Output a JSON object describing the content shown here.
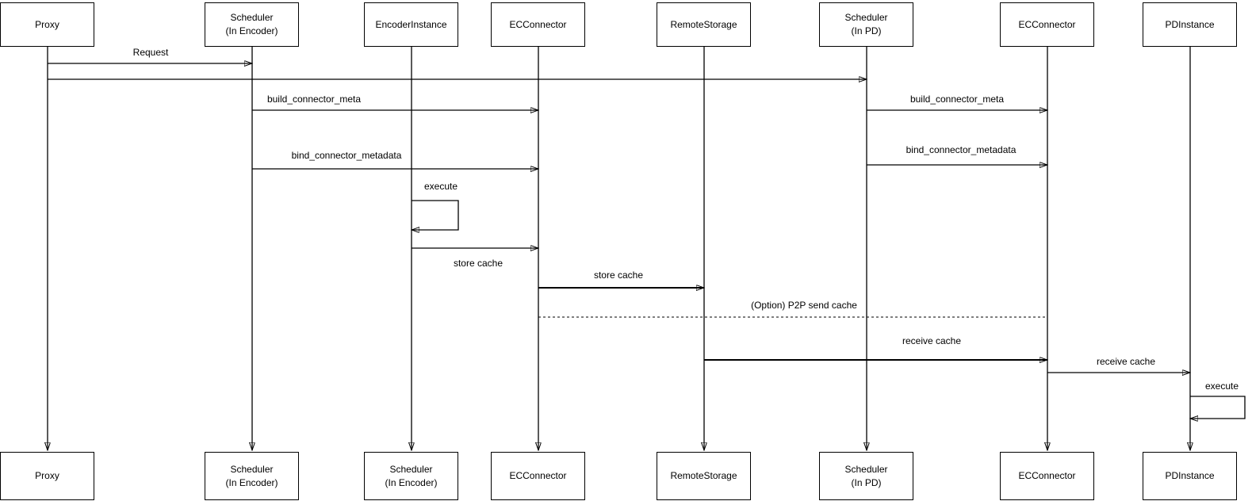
{
  "canvas": {
    "background": "#ffffff",
    "line_color": "#000000",
    "cache_arrow_color": "#888888"
  },
  "actors": {
    "top_row": [
      {
        "label": "Proxy"
      },
      {
        "label": "Scheduler\n(In Encoder)"
      },
      {
        "label": "EncoderInstance"
      },
      {
        "label": "ECConnector"
      },
      {
        "label": "RemoteStorage"
      },
      {
        "label": "Scheduler\n(In PD)"
      },
      {
        "label": "ECConnector"
      },
      {
        "label": "PDInstance"
      }
    ],
    "bottom_row": [
      {
        "label": "Proxy"
      },
      {
        "label": "Scheduler\n(In Encoder)"
      },
      {
        "label": "Scheduler\n(In Encoder)"
      },
      {
        "label": "ECConnector"
      },
      {
        "label": "RemoteStorage"
      },
      {
        "label": "Scheduler\n(In PD)"
      },
      {
        "label": "ECConnector"
      },
      {
        "label": "PDInstance"
      }
    ]
  },
  "messages": {
    "request": {
      "label": "Request",
      "from": "Proxy",
      "to": "Scheduler (In Encoder)",
      "style": "solid"
    },
    "forward_request": {
      "label": "",
      "from": "Proxy",
      "to": "Scheduler (In PD)",
      "style": "solid"
    },
    "build_connector_meta_encoder": {
      "label": "build_connector_meta",
      "from": "Scheduler (In Encoder)",
      "to": "ECConnector",
      "style": "solid"
    },
    "build_connector_meta_pd": {
      "label": "build_connector_meta",
      "from": "Scheduler (In PD)",
      "to": "ECConnector",
      "style": "solid"
    },
    "bind_connector_metadata_encoder": {
      "label": "bind_connector_metadata",
      "from": "Scheduler (In Encoder)",
      "to": "ECConnector",
      "style": "solid"
    },
    "bind_connector_metadata_pd": {
      "label": "bind_connector_metadata",
      "from": "Scheduler (In PD)",
      "to": "ECConnector",
      "style": "solid"
    },
    "execute_encoder": {
      "label": "execute",
      "from": "EncoderInstance",
      "to": "EncoderInstance",
      "style": "self-loop"
    },
    "store_cache_encoder_to_ec": {
      "label": "store cache",
      "from": "EncoderInstance",
      "to": "ECConnector",
      "style": "solid"
    },
    "store_cache_ec_to_remote": {
      "label": "store cache",
      "from": "ECConnector",
      "to": "RemoteStorage",
      "style": "solid-gray"
    },
    "p2p_send_cache": {
      "label": "(Option) P2P send cache",
      "from": "ECConnector",
      "to": "ECConnector",
      "style": "dashed"
    },
    "receive_cache_remote_to_ec": {
      "label": "receive cache",
      "from": "RemoteStorage",
      "to": "ECConnector",
      "style": "solid-gray"
    },
    "receive_cache_ec_to_pd": {
      "label": "receive cache",
      "from": "ECConnector",
      "to": "PDInstance",
      "style": "solid"
    },
    "execute_pd": {
      "label": "execute",
      "from": "PDInstance",
      "to": "PDInstance",
      "style": "self-loop"
    }
  }
}
